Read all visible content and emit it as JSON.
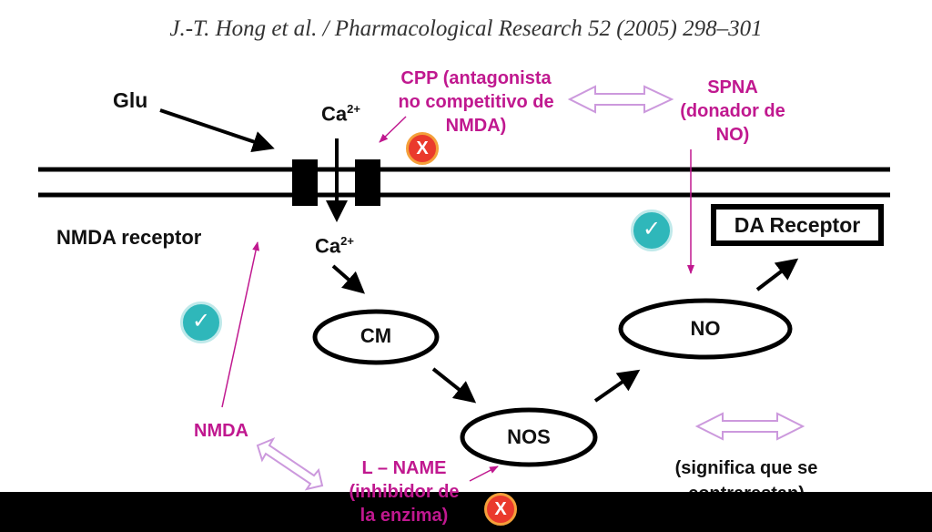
{
  "header": {
    "citation": "J.-T. Hong et al. / Pharmacological Research 52 (2005) 298–301"
  },
  "labels": {
    "glu": "Glu",
    "ca_base": "Ca",
    "ca_charge": "2+",
    "nmda_receptor": "NMDA receptor",
    "da_receptor": "DA Receptor"
  },
  "nodes": {
    "cm": "CM",
    "nos": "NOS",
    "no": "NO"
  },
  "annotations": {
    "cpp": [
      "CPP (antagonista",
      "no competitivo de",
      "NMDA)"
    ],
    "spna": [
      "SPNA",
      "(donador de",
      "NO)"
    ],
    "nmda": "NMDA",
    "lname": [
      "L – NAME",
      "(inhibidor de",
      "la enzima)"
    ]
  },
  "legend": {
    "text": [
      "(significa que se",
      "contrarestan)"
    ]
  },
  "badges": {
    "x_mark": "X",
    "check_mark": "✓"
  },
  "colors": {
    "annotation": "#c0188f",
    "arrow_outline": "#cc99dd",
    "badge_x": "#ea3a2c",
    "badge_check": "#2fb7ba"
  }
}
